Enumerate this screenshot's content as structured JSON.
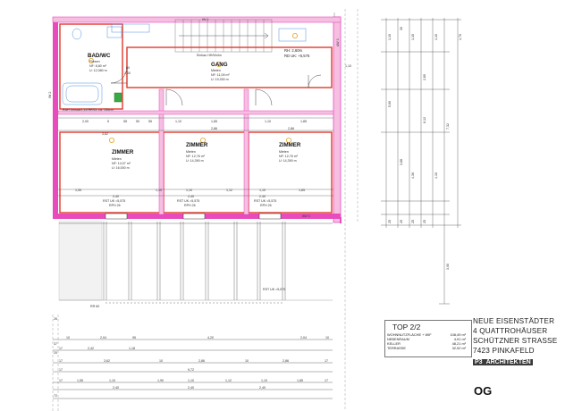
{
  "walls": {
    "iw2_top": "IW 2",
    "iw2_left": "IW 2",
    "aw3_right": "AW 3",
    "aw3_bottom": "AW 3"
  },
  "rooms": [
    {
      "id": "bad",
      "name": "BAD/WC",
      "floor": "Fliesen",
      "area": "NF: 8,80 m²",
      "perimeter": "U: 12,080 m"
    },
    {
      "id": "gang",
      "name": "GANG",
      "floor": "Mieten",
      "area": "NF: 11,09 m²",
      "perimeter": "U: 19,930 m"
    },
    {
      "id": "z1",
      "name": "ZIMMER",
      "floor": "Mieten",
      "area": "NF: 14,07 m²",
      "perimeter": "U: 16,000 m"
    },
    {
      "id": "z2",
      "name": "ZIMMER",
      "floor": "Mieten",
      "area": "NF: 12,76 m²",
      "perimeter": "U: 14,390 m"
    },
    {
      "id": "z3",
      "name": "ZIMMER",
      "floor": "Mieten",
      "area": "NF: 12,76 m²",
      "perimeter": "U: 14,390 m"
    }
  ],
  "plan_labels": {
    "rh_height": "RH: 2,60m",
    "rd_uk": "RD UK: +5,575",
    "rst_uk_1": "RST UK =5,575",
    "rst_uk_2": "RST UK =5,575",
    "rst_uk_3": "RST UK =5,575",
    "rph_1": "RPH 26",
    "rph_2": "RPH 26",
    "rph_3": "RPH 26",
    "rr": "RR 60",
    "rst_lower": "RST UK =5,575",
    "stair_label": "Einbau HH/Wohn",
    "note_bath": "RAH Vorsatz1,16  RR/CL ca. 150cm",
    "v80": "80",
    "v2_00": "2,00",
    "v1_10": "1,10"
  },
  "dims_top_row": [
    "2,00",
    "5",
    "55",
    "50",
    "55",
    "1,10",
    "1,85",
    "1,10",
    "1,85"
  ],
  "dims_mid_row": [
    "3,62",
    "2,86",
    "2,86"
  ],
  "dims_room_row": [
    "1,55",
    "1,10",
    "1,10",
    "1,12",
    "1,10",
    "1,85"
  ],
  "dims_win_row": [
    "2,40",
    "2,40",
    "2,40"
  ],
  "right_dims_a": [
    "1,10",
    "30",
    "1,15",
    "2,80",
    "1,10",
    "5,60",
    "6,12",
    "4,36",
    "4,10",
    "3,88",
    "25",
    "25",
    "25",
    "25"
  ],
  "right_dims_b": [
    "7,32",
    "1,70",
    "3,00"
  ],
  "bottom_dims": {
    "r1": [
      "10",
      "2,04",
      "95",
      "4,20",
      "2,04",
      "10"
    ],
    "r2": [
      "17",
      "2,42",
      "1,18"
    ],
    "r3": [
      "17",
      "3,62",
      "10",
      "2,86",
      "10",
      "2,86",
      "17"
    ],
    "r4": [
      "17",
      "9,72"
    ],
    "r5": [
      "17",
      "1,55",
      "1,10",
      "1,90",
      "1,10",
      "1,12",
      "1,10",
      "1,85",
      "17"
    ],
    "r6": [
      "2,40",
      "2,40",
      "2,40"
    ],
    "left_side": [
      "26",
      "37",
      "20",
      "17",
      "37",
      "17",
      "37",
      "17",
      "72"
    ]
  },
  "info": {
    "title": "TOP 2/2",
    "rows": [
      {
        "label": "WOHNNUTZFLÄCHE + WIF",
        "value": "108,49 m²"
      },
      {
        "label": "NEBENRAUM",
        "value": "4,91 m²"
      },
      {
        "label": "KELLER",
        "value": "48,21 m²"
      },
      {
        "label": "TERRASSE",
        "value": "32,92 m²"
      }
    ]
  },
  "project": {
    "line1": "NEUE EISENSTÄDTER",
    "line2": "4 QUATTROHÄUSER",
    "line3": "SCHÜTZNER STRASSE",
    "line4": "7423 PINKAFELD"
  },
  "logo": {
    "mark": "P3",
    "text": "ARCHITEKTEN"
  },
  "floor_label": "OG",
  "colors": {
    "exterior_wall": "#e84cbc",
    "room_outline": "#e0392b",
    "wall_fill": "#f6bfe2",
    "grid": "#888888"
  }
}
